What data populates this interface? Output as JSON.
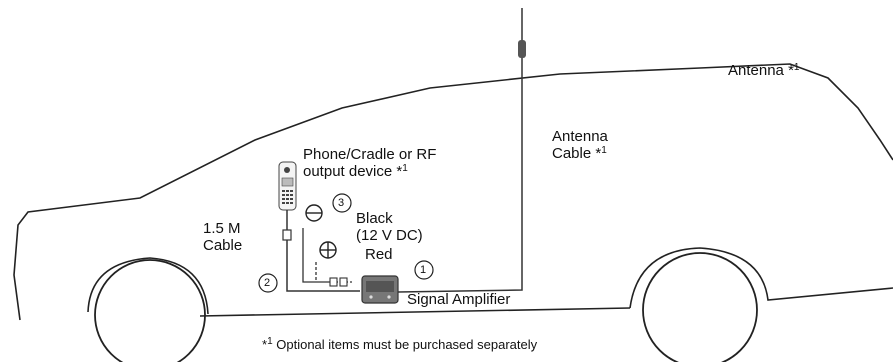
{
  "labels": {
    "antenna": "Antenna",
    "antenna_cable_line1": "Antenna",
    "antenna_cable_line2": "Cable",
    "phone_line1": "Phone/Cradle or RF",
    "phone_line2": "output device",
    "cable_line1": "1.5 M",
    "cable_line2": "Cable",
    "black_line1": "Black",
    "black_line2": "(12 V DC)",
    "red": "Red",
    "amplifier": "Signal Amplifier",
    "footnote_marker": "*",
    "footnote_number": "1",
    "footnote_text": "Optional items must be purchased  separately"
  },
  "footnote_mark": "*",
  "footnote_sup": "1",
  "callouts": [
    "1",
    "2",
    "3"
  ],
  "symbols": {
    "negative": "⊖",
    "positive": "⊕"
  }
}
